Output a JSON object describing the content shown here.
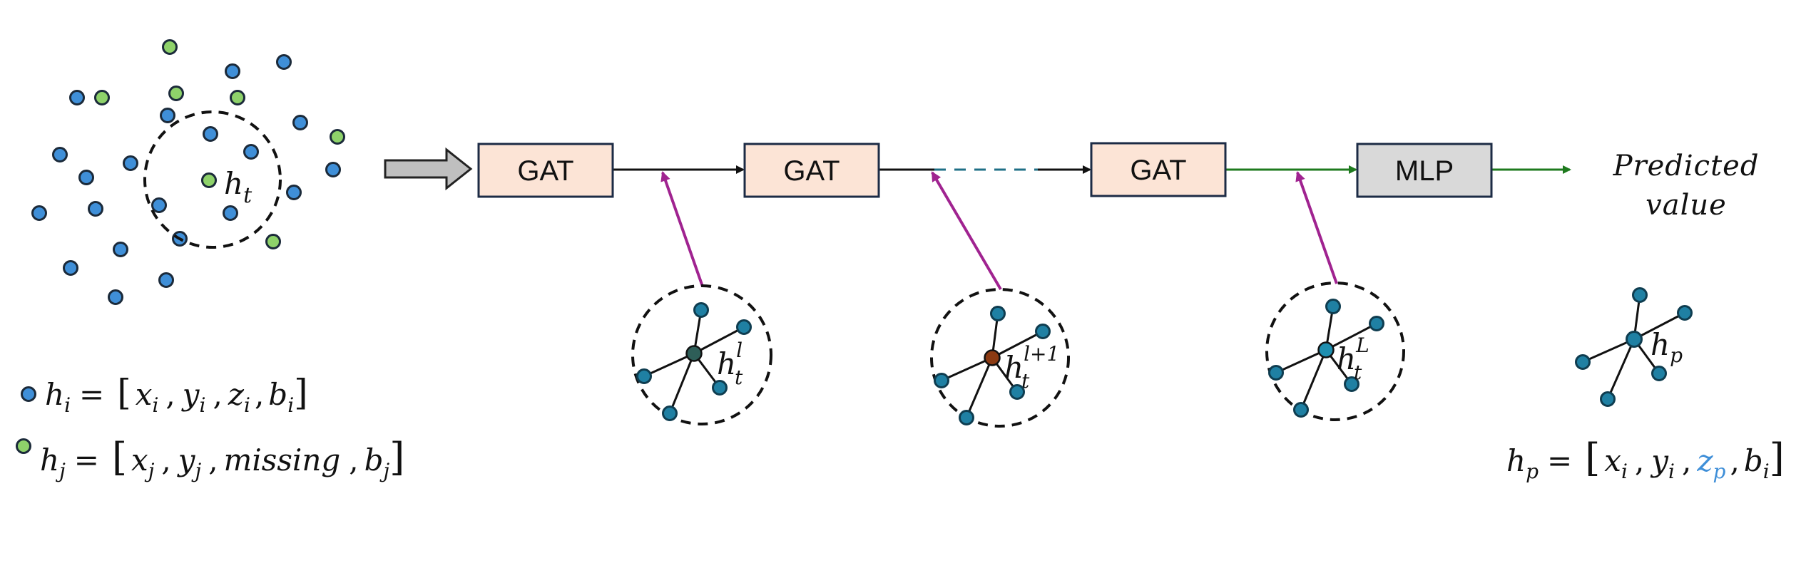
{
  "pipeline": {
    "boxes": [
      {
        "id": "gat1",
        "label": "GAT",
        "fill": "#fce4d6"
      },
      {
        "id": "gat2",
        "label": "GAT",
        "fill": "#fce4d6"
      },
      {
        "id": "gat3",
        "label": "GAT",
        "fill": "#fce4d6"
      },
      {
        "id": "mlp",
        "label": "MLP",
        "fill": "#d9d9d9"
      }
    ],
    "output_line1": "Predicted",
    "output_line2": "value"
  },
  "cloud": {
    "center_label_base": "h",
    "center_label_sub": "t",
    "blue_node_color": "#3f8fd8",
    "green_node_color": "#8ed26a"
  },
  "layers": [
    {
      "base": "h",
      "sub": "t",
      "sup": "l",
      "center_color": "#2e5e58"
    },
    {
      "base": "h",
      "sub": "t",
      "sup": "l+1",
      "center_color": "#8b3a12"
    },
    {
      "base": "h",
      "sub": "t",
      "sup": "L",
      "center_color": "#1f8fb0"
    }
  ],
  "predicted_node": {
    "base": "h",
    "sub": "p"
  },
  "node_color": "#1f80a3",
  "arrow_color": "#a02390",
  "green_arrow_color": "#1e7a1e",
  "equations": {
    "blue": {
      "lhs_base": "h",
      "lhs_sub": "i",
      "eq": "=",
      "open": "[",
      "t1_base": "x",
      "t1_sub": "i",
      "sep1": ",",
      "t2_base": "y",
      "t2_sub": "i",
      "sep2": ",",
      "t3_base": "z",
      "t3_sub": "i",
      "sep3": ",",
      "t4_base": "b",
      "t4_sub": "i",
      "close": "]"
    },
    "green": {
      "lhs_base": "h",
      "lhs_sub": "j",
      "eq": "=",
      "open": "[",
      "t1_base": "x",
      "t1_sub": "j",
      "sep1": ",",
      "t2_base": "y",
      "t2_sub": "j",
      "sep2": ",",
      "t3": "missing",
      "sep3": ",",
      "t4_base": "b",
      "t4_sub": "j",
      "close": "]"
    },
    "predicted": {
      "lhs_base": "h",
      "lhs_sub": "p",
      "eq": "=",
      "open": "[",
      "t1_base": "x",
      "t1_sub": "i",
      "sep1": ",",
      "t2_base": "y",
      "t2_sub": "i",
      "sep2": ",",
      "t3_base": "z",
      "t3_sub": "p",
      "t3_color": "#3f8fd8",
      "sep3": ",",
      "t4_base": "b",
      "t4_sub": "i",
      "close": "]"
    }
  }
}
